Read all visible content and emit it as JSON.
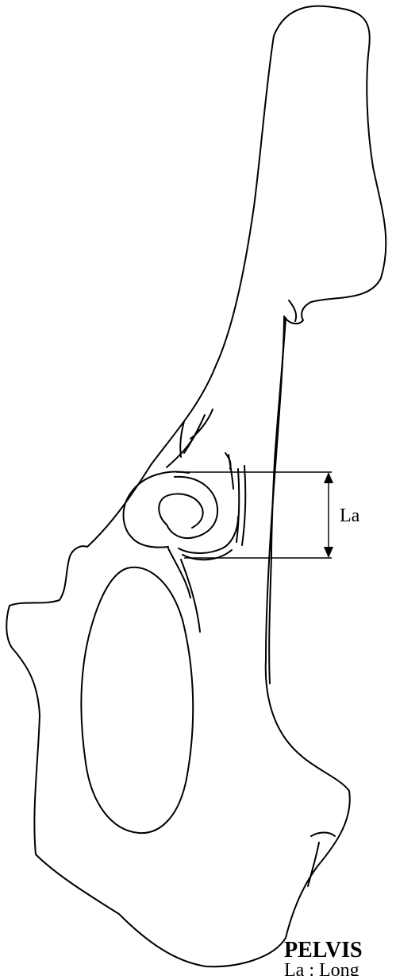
{
  "diagram": {
    "subject": "Pelvis outline (lateral view) with acetabulum measurement",
    "measurement_label": "La",
    "caption_title": "PELVIS",
    "caption_legend": "La : Long"
  }
}
